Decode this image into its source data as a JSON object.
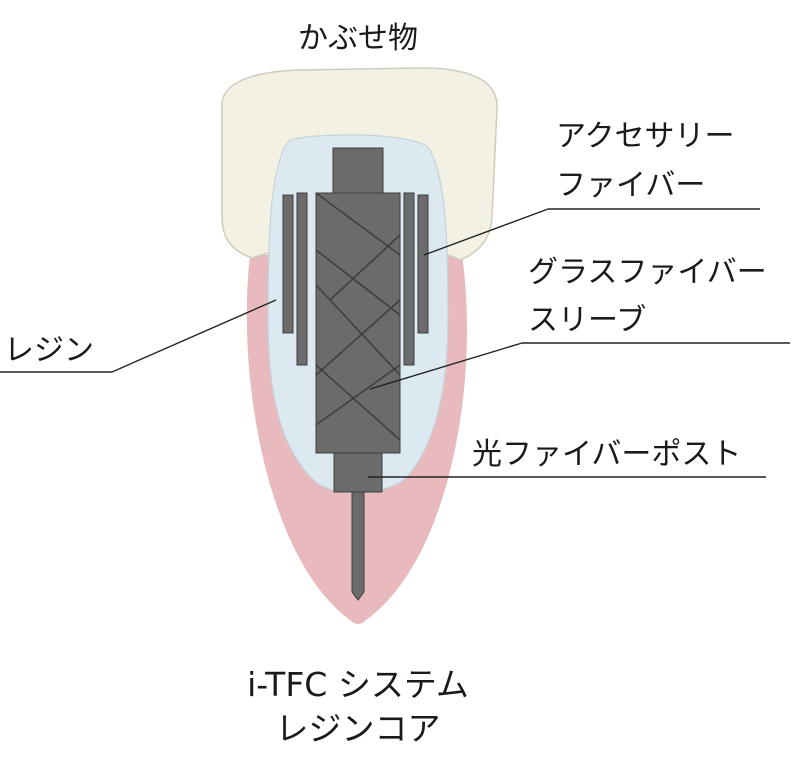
{
  "labels": {
    "crown": "かぶせ物",
    "accessory_line1": "アクセサリー",
    "accessory_line2": "ファイバー",
    "sleeve_line1": "グラスファイバー",
    "sleeve_line2": "スリーブ",
    "resin": "レジン",
    "post": "光ファイバーポスト"
  },
  "caption": {
    "line1": "i-TFC システム",
    "line2": "レジンコア"
  },
  "colors": {
    "crown_fill": "#f3f1e4",
    "crown_stroke": "#cfccbc",
    "root_fill": "#e8babd",
    "resin_fill": "#dde9f0",
    "resin_stroke": "#c5d2da",
    "component_fill": "#6b6b6b",
    "component_stroke": "#3f3f3f",
    "leader_line": "#222222"
  }
}
